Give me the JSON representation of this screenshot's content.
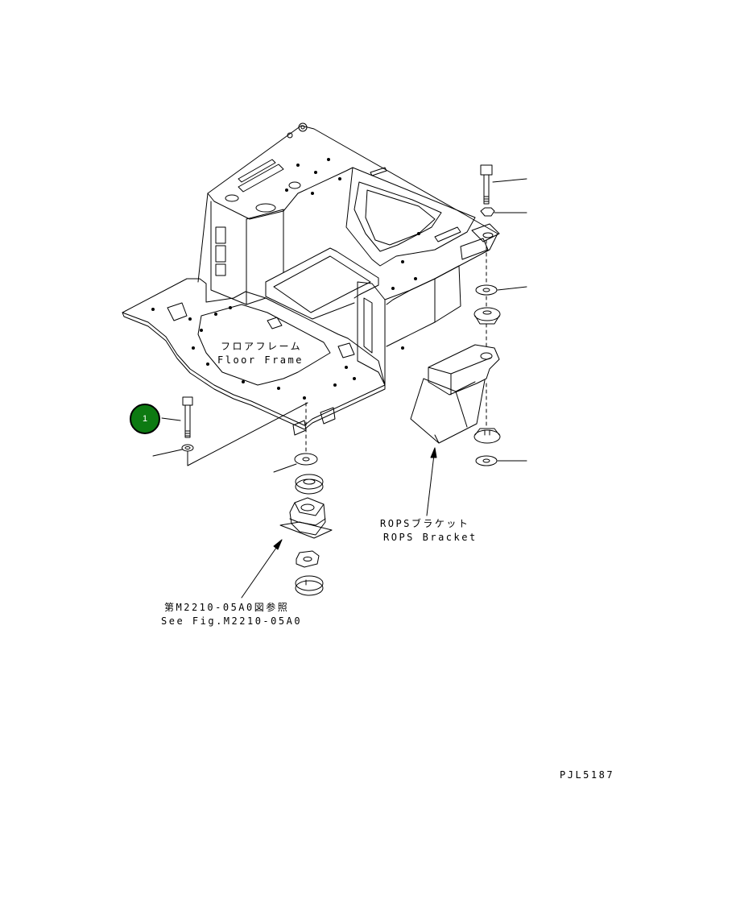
{
  "labels": {
    "floor_frame_jp": "フロアフレーム",
    "floor_frame_en": "Floor Frame",
    "rops_bracket_jp": "ROPSブラケット",
    "rops_bracket_en": "ROPS Bracket",
    "see_fig_jp": "第M2210-05A0図参照",
    "see_fig_en": "See Fig.M2210-05A0",
    "drawing_id": "PJL5187"
  },
  "callouts": [
    {
      "number": "1",
      "color": "#0d7a12"
    }
  ]
}
